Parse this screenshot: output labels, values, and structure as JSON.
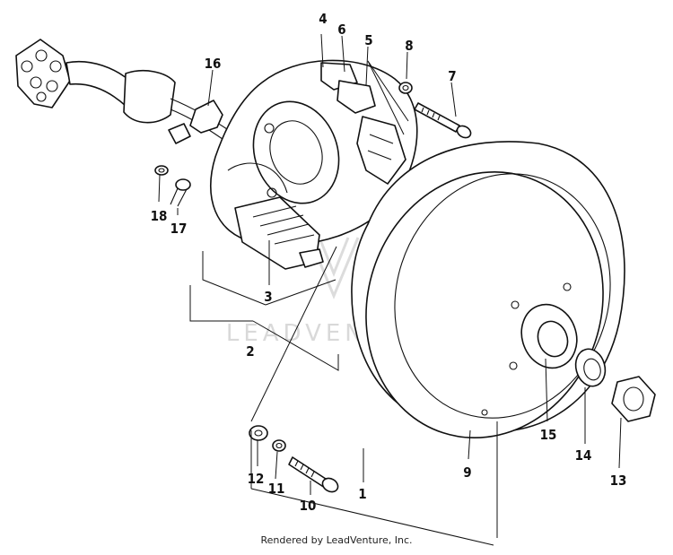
{
  "diagram": {
    "watermark": "LEADVENTURE",
    "footer": "Rendered by LeadVenture, Inc.",
    "callouts": {
      "c1": "1",
      "c2": "2",
      "c3": "3",
      "c4": "4",
      "c5": "5",
      "c6": "6",
      "c7": "7",
      "c8": "8",
      "c9": "9",
      "c10": "10",
      "c11": "11",
      "c12": "12",
      "c13": "13",
      "c14": "14",
      "c15": "15",
      "c16": "16",
      "c17": "17",
      "c18": "18"
    }
  }
}
